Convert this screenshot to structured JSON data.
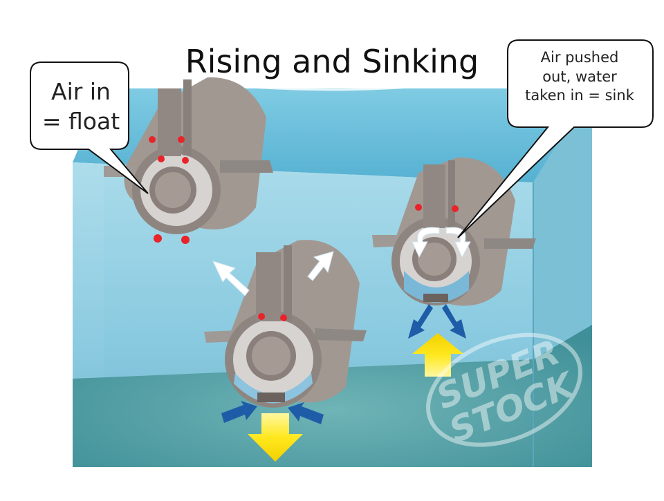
{
  "slide": {
    "title": "Rising and Sinking"
  },
  "callouts": {
    "left": {
      "lines": [
        "Air in",
        "= float"
      ]
    },
    "right": {
      "lines": [
        "Air pushed",
        "out, water",
        "taken in = sink"
      ]
    }
  },
  "watermark": {
    "text": "SUPER STOCK"
  },
  "colors": {
    "water_surface": "#6ec0db",
    "water_body": "#8ccde2",
    "floor": "#4fa2a8",
    "hull": "#9e938d",
    "hull_dark": "#6c625d",
    "hull_interior": "#d3d1cf",
    "water_fill": "#7ab8d8",
    "valve_red": "#e8242a",
    "arrow_blue": "#1f5ca8",
    "arrow_yellow": "#ffe21a",
    "arrow_white": "#ffffff"
  }
}
